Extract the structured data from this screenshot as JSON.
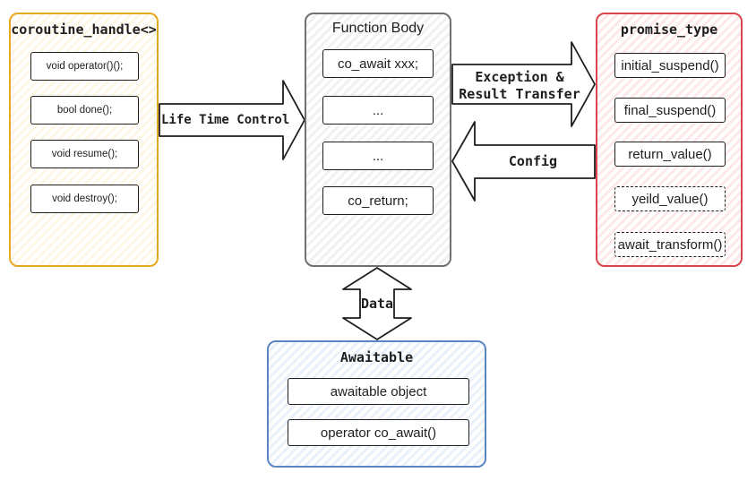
{
  "coroutine_handle": {
    "title": "coroutine_handle<>",
    "items": [
      "void operator()();",
      "bool done();",
      "void resume();",
      "void destroy();"
    ]
  },
  "function_body": {
    "title": "Function Body",
    "items": [
      "co_await xxx;",
      "...",
      "...",
      "co_return;"
    ]
  },
  "promise_type": {
    "title": "promise_type",
    "items": [
      "initial_suspend()",
      "final_suspend()",
      "return_value()",
      "yeild_value()",
      "await_transform()"
    ]
  },
  "awaitable": {
    "title": "Awaitable",
    "items": [
      "awaitable object",
      "operator co_await()"
    ]
  },
  "arrows": {
    "life_time_control": "Life Time Control",
    "exception_line1": "Exception &",
    "exception_line2": "Result Transfer",
    "config": "Config",
    "data": "Data"
  },
  "colors": {
    "handle": "#e5a81f",
    "body": "#707070",
    "promise": "#d9464b",
    "awaitable": "#5b86c4"
  }
}
